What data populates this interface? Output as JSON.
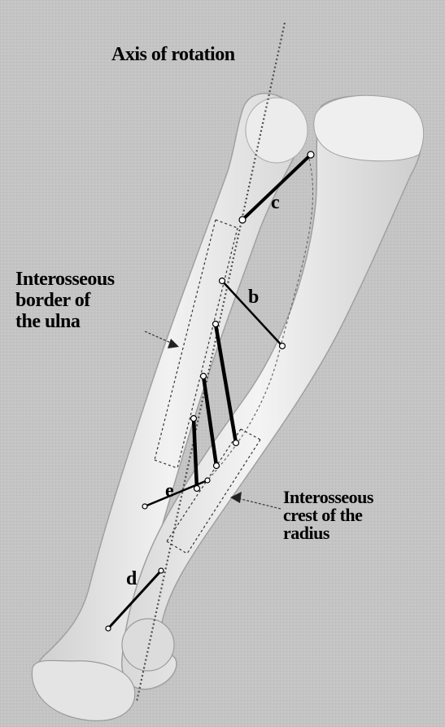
{
  "figure": {
    "axis_label": "Axis of rotation",
    "ulna_label": "Interosseous\nborder of\nthe ulna",
    "radius_label": "Interosseous\ncrest of the\nradius",
    "bands": {
      "c": "c",
      "b": "b",
      "e": "e",
      "d": "d"
    },
    "colors": {
      "background": "#c4c4c4",
      "bone": "#e8e8e8",
      "bone_outline": "#9a9a9a",
      "ligament": "#000000",
      "axis": "#555555"
    }
  }
}
